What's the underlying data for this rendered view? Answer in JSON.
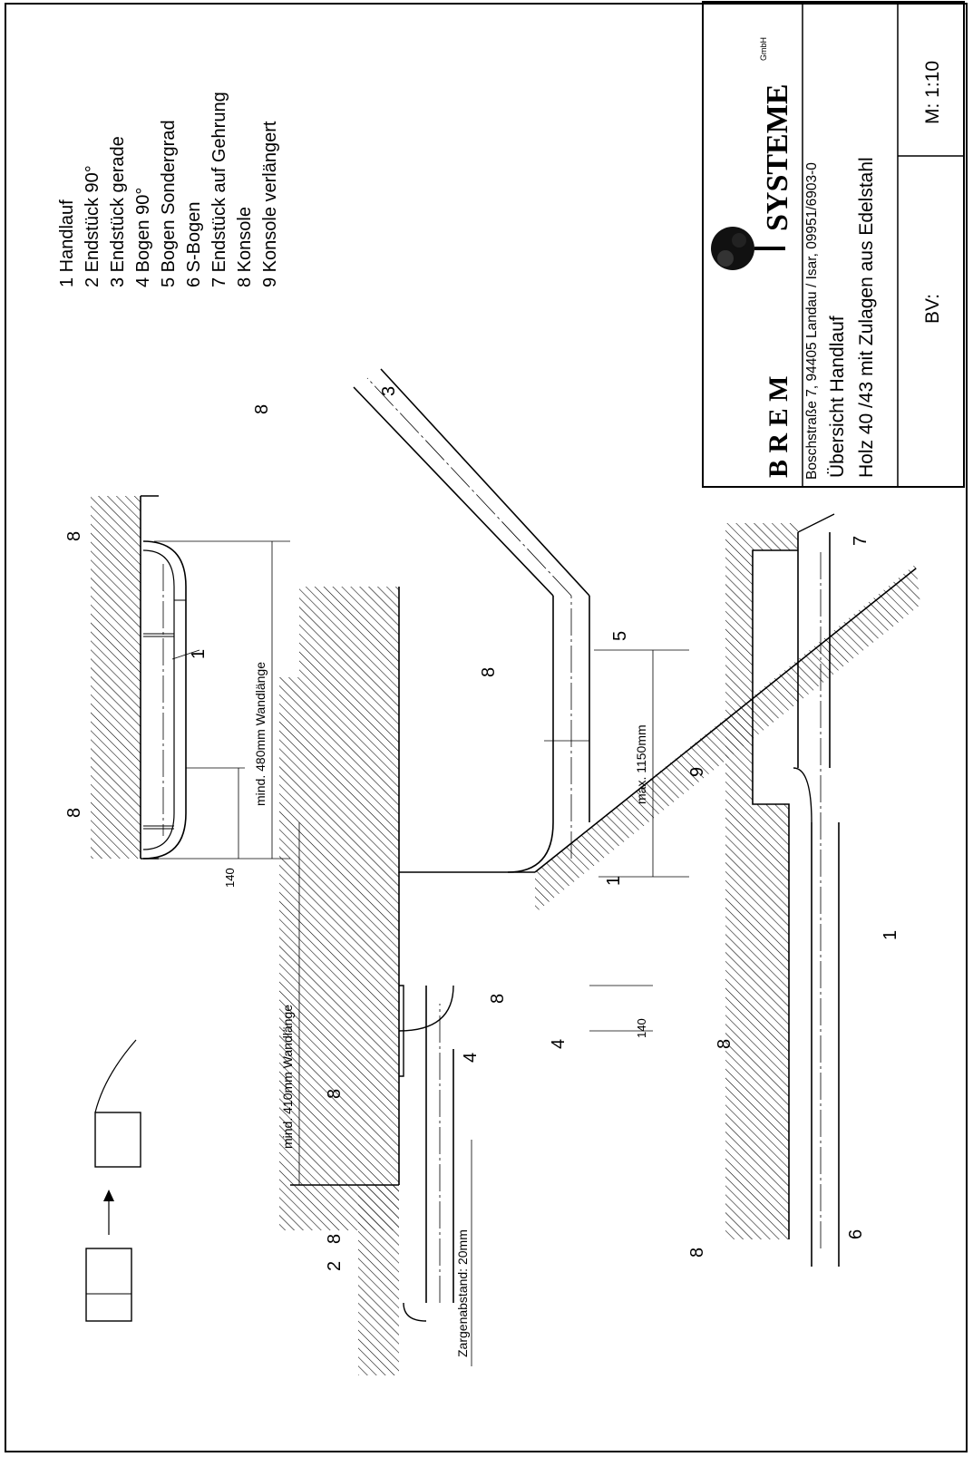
{
  "legend": [
    "1  Handlauf",
    "2  Endstück 90°",
    "3  Endstück gerade",
    "4  Bogen 90°",
    "5  Bogen Sondergrad",
    "6  S-Bogen",
    "7  Endstück auf Gehrung",
    "8  Konsole",
    "9  Konsole verlängert"
  ],
  "title_block": {
    "company": "B R E M",
    "company2": "SYSTEME",
    "gmbh": "GmbH",
    "address": "Boschstraße 7, 94405 Landau / Isar, 09951/6903-0",
    "title1": "Übersicht Handlauf",
    "title2": "Holz 40 /43 mit Zulagen aus Edelstahl",
    "bv": "BV:",
    "scale": "M: 1:10"
  },
  "dims": {
    "d480": "mind. 480mm Wandlänge",
    "d140a": "140",
    "d1150": "max. 1150mm",
    "d140b": "140",
    "d410": "mind. 410mm Wandlänge",
    "zarg": "Zargenabstand: 20mm"
  },
  "labels": {
    "n1": "1",
    "n2": "2",
    "n3": "3",
    "n4": "4",
    "n5": "5",
    "n6": "6",
    "n7": "7",
    "n8": "8",
    "n9": "9"
  }
}
